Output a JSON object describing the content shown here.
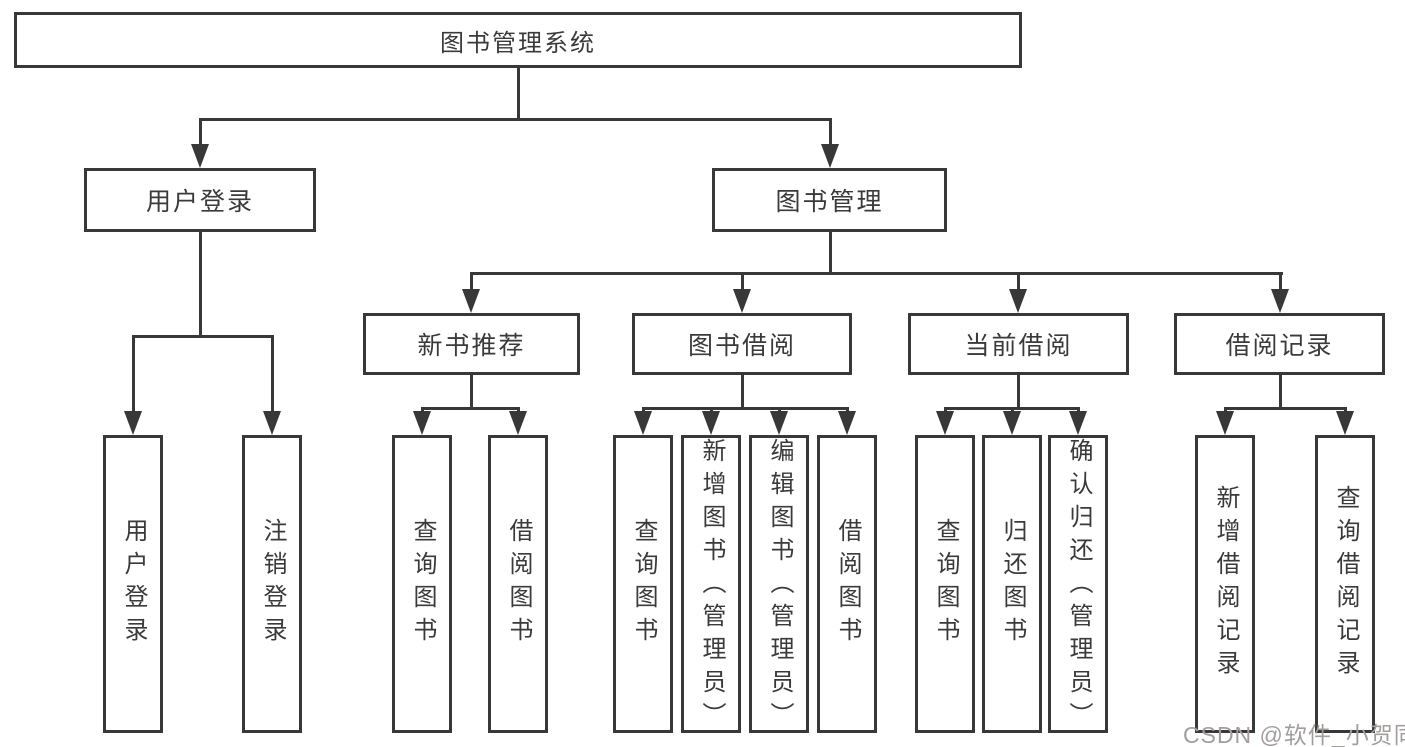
{
  "tree": {
    "label": "图书管理系统",
    "children": [
      {
        "label": "用户登录",
        "children": [
          {
            "label": "用户登录"
          },
          {
            "label": "注销登录"
          }
        ]
      },
      {
        "label": "图书管理",
        "children": [
          {
            "label": "新书推荐",
            "children": [
              {
                "label": "查询图书"
              },
              {
                "label": "借阅图书"
              }
            ]
          },
          {
            "label": "图书借阅",
            "children": [
              {
                "label": "查询图书"
              },
              {
                "label": "新增图书（管理员）"
              },
              {
                "label": "编辑图书（管理员）"
              },
              {
                "label": "借阅图书"
              }
            ]
          },
          {
            "label": "当前借阅",
            "children": [
              {
                "label": "查询图书"
              },
              {
                "label": "归还图书"
              },
              {
                "label": "确认归还（管理员）"
              }
            ]
          },
          {
            "label": "借阅记录",
            "children": [
              {
                "label": "新增借阅记录"
              },
              {
                "label": "查询借阅记录"
              }
            ]
          }
        ]
      }
    ]
  },
  "watermark": "CSDN @软件_小贺同学",
  "colors": {
    "line": "#383838",
    "text": "#3a3a3a",
    "watermark": "#a39d9d",
    "background": "#ffffff"
  }
}
